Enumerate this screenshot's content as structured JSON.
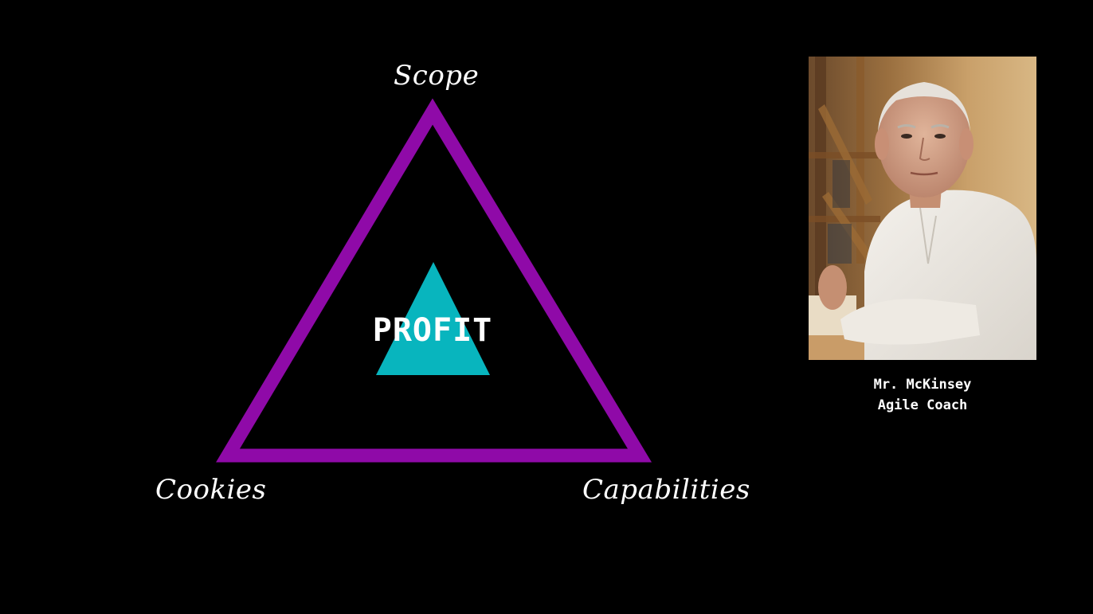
{
  "diagram": {
    "vertices": {
      "top": "Scope",
      "bottom_left": "Cookies",
      "bottom_right": "Capabilities"
    },
    "center": "PROFIT",
    "colors": {
      "outer_triangle": "#8f0aa8",
      "inner_triangle": "#08b5be",
      "background": "#000000",
      "text": "#ffffff"
    }
  },
  "profile": {
    "photo": "portrait-photo",
    "name": "Mr. McKinsey",
    "role": "Agile Coach"
  }
}
